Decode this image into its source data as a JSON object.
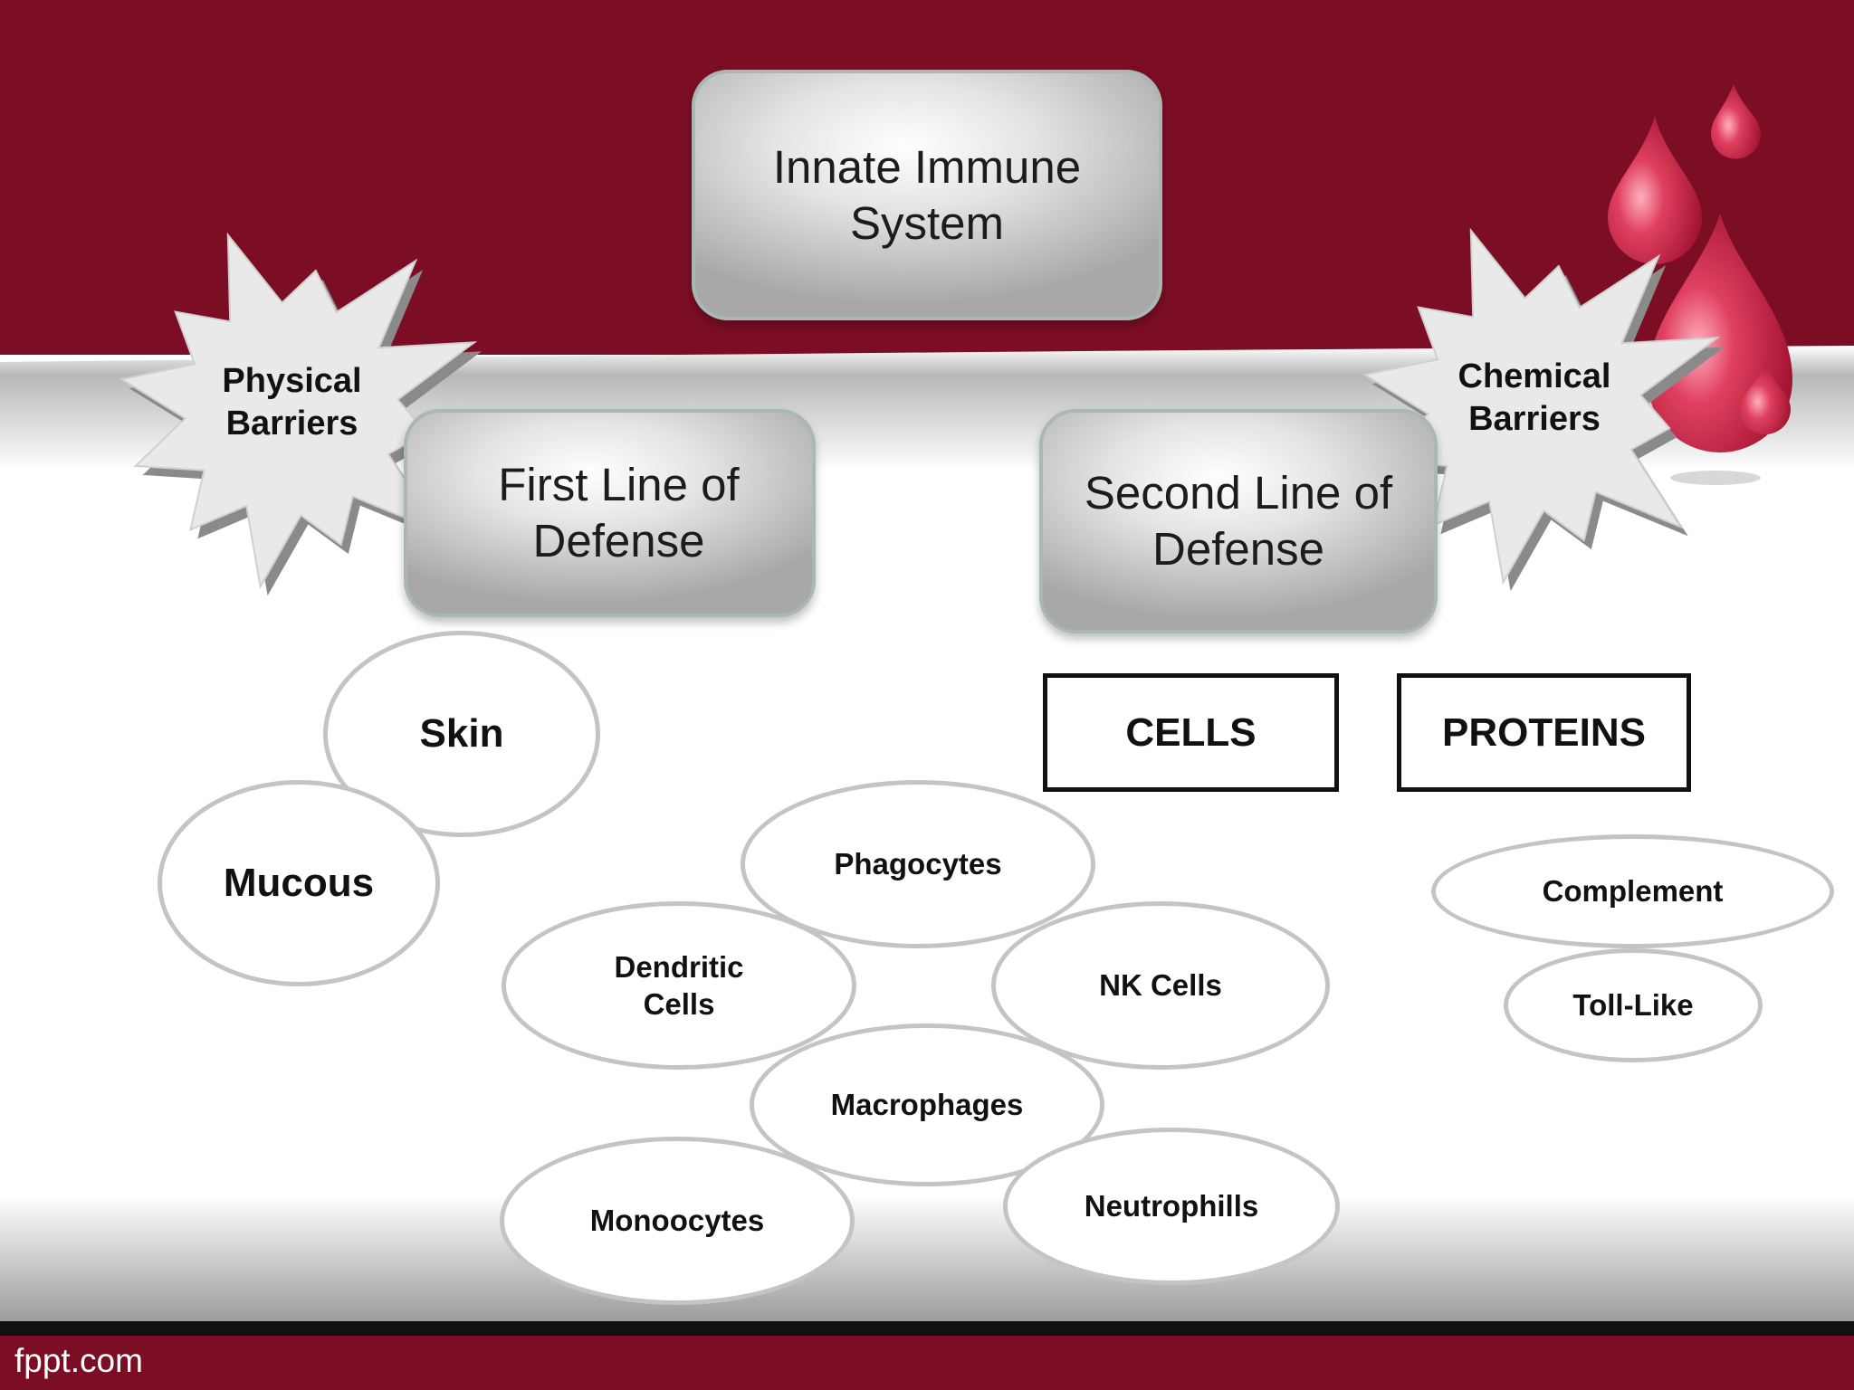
{
  "root": {
    "label": "Innate Immune\nSystem"
  },
  "first_line": {
    "label": "First Line of\nDefense",
    "barrier": "Physical\nBarriers"
  },
  "second_line": {
    "label": "Second Line of\nDefense",
    "barrier": "Chemical\nBarriers"
  },
  "physical_barriers": [
    "Skin",
    "Mucous"
  ],
  "categories": {
    "cells": "CELLS",
    "proteins": "PROTEINS"
  },
  "cells": [
    "Phagocytes",
    "Dendritic\nCells",
    "NK Cells",
    "Macrophages",
    "Monoocytes",
    "Neutrophills"
  ],
  "proteins": [
    "Complement",
    "Toll-Like"
  ],
  "footer": {
    "brand": "fppt.com"
  },
  "colors": {
    "maroon": "#7b0e24",
    "drop": "#d81e46",
    "oval_border": "#c4c4c4"
  }
}
